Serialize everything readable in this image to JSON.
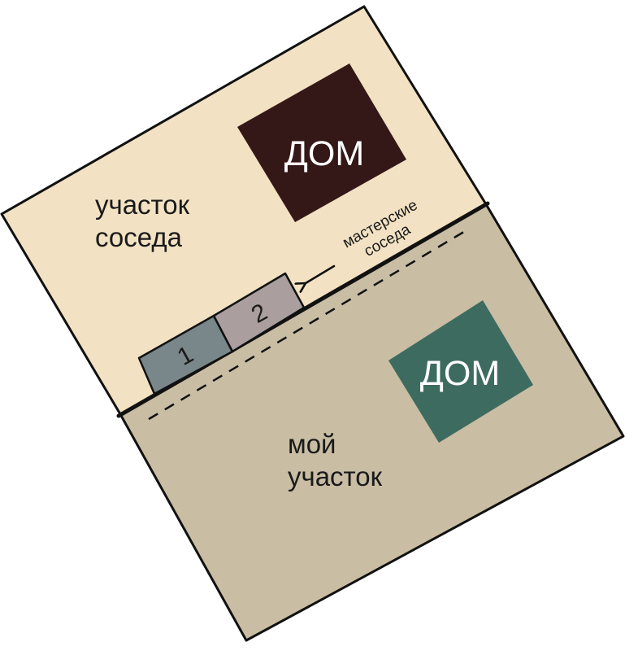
{
  "neighbor_plot": {
    "label_line1": "участок",
    "label_line2": "соседа",
    "house_label": "ДОМ"
  },
  "my_plot": {
    "label_line1": "мой",
    "label_line2": "участок",
    "house_label": "ДОМ"
  },
  "workshops": {
    "label_line1": "мастерские",
    "label_line2": "соседа",
    "items": [
      {
        "label": "1"
      },
      {
        "label": "2"
      }
    ]
  },
  "colors": {
    "neighbor_plot": "#f2e2c3",
    "my_plot": "#c9bda4",
    "neighbor_house": "#341717",
    "my_house": "#3e6b60",
    "workshop_1": "#7a878a",
    "workshop_2": "#aa9e9e",
    "outline": "#111111"
  }
}
